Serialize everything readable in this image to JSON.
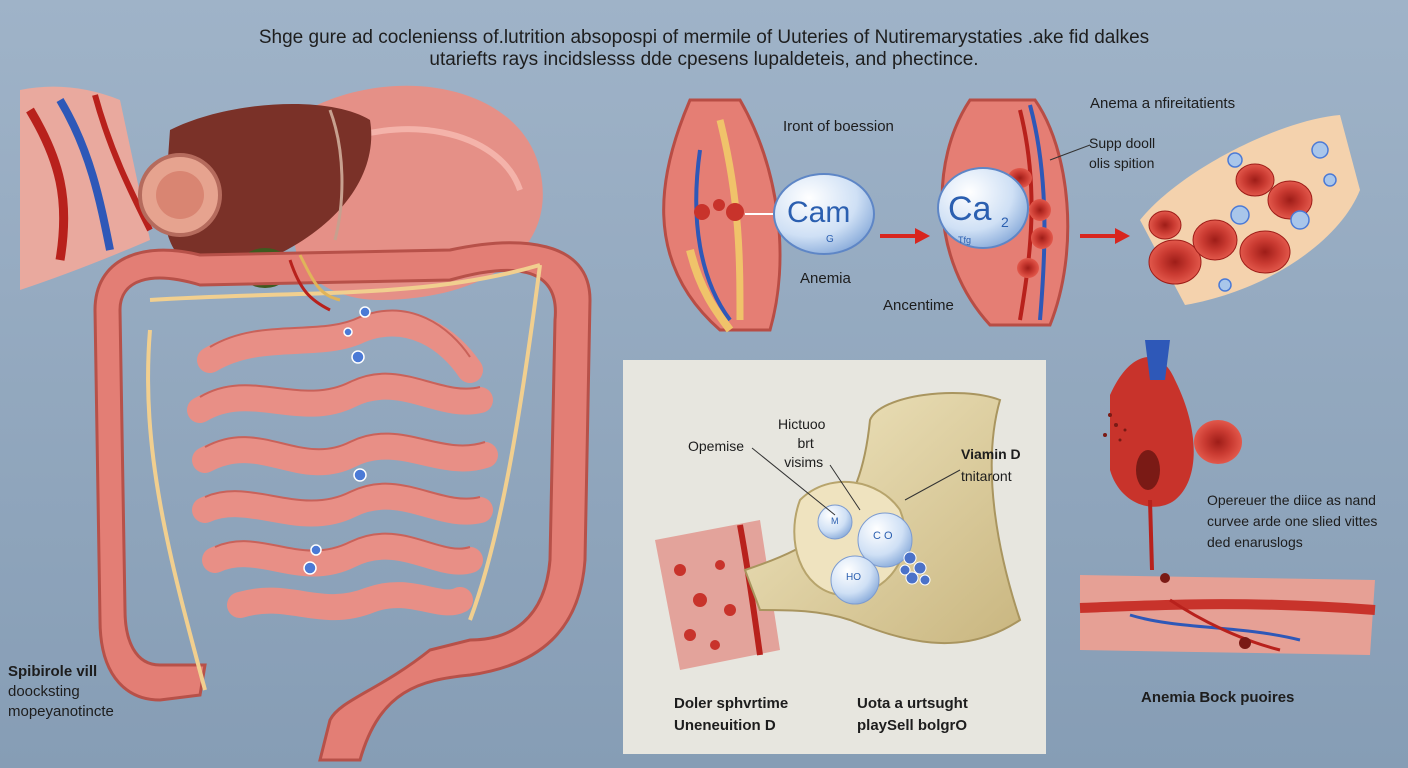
{
  "title": {
    "line1": "Shge gure ad coclenienss of.lutrition absopospi of  mermile of Uuteries of Nutiremarystaties .ake fid dalkes",
    "line2": "utariefts rays incidslesss dde cpesens  lupaldeteis, and phectince."
  },
  "intestine": {
    "caption": [
      "Spibirole vill",
      "doocksting",
      "mopeyanotincte"
    ]
  },
  "absorption": {
    "heading": "Iront of boession",
    "molecule_left": "Cam",
    "molecule_left_sub": "G",
    "molecule_right": "Ca",
    "molecule_right_sub": "2",
    "molecule_right_small": "Tfg",
    "label_anemia": "Anemia",
    "label_ancentime": "Ancentime"
  },
  "blood": {
    "heading": "Anema a nfireitatients",
    "sub": [
      "Supp dooll",
      "olis spition"
    ]
  },
  "bone_panel": {
    "label_opemise": "Opemise",
    "label_hictuoo": [
      "Hictuoo",
      "brt",
      "visims"
    ],
    "label_vitd": [
      "Viamin D",
      "tnitaront"
    ],
    "bubble_o": "C O",
    "bubble_ho": "HO",
    "bubble_m": "M",
    "caption_left": [
      "Doler sphvrtime",
      "Uneneuition D"
    ],
    "caption_right": [
      "Uota a urtsught",
      "playSell bolgrO"
    ]
  },
  "vessel": {
    "text": [
      "Opereuer the diice as nand",
      "curvee arde one slied vittes",
      "ded enaruslogs"
    ],
    "caption": "Anemia Bock puoires"
  },
  "colors": {
    "background": "#8fa6bd",
    "intestine": "#e9877f",
    "liver": "#7a3128",
    "bone": "#e4d6a6",
    "blood": "#c8332b",
    "arrow": "#d8261e",
    "panel": "#e7e6df"
  }
}
